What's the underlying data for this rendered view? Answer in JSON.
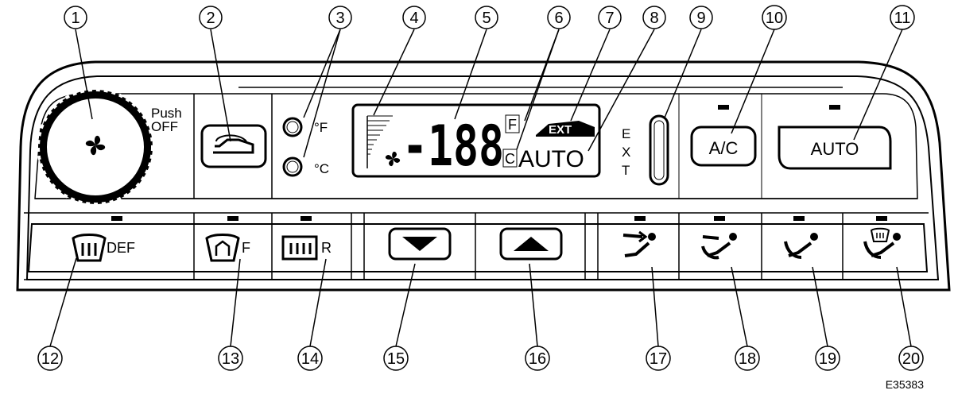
{
  "figure_ref": "E35383",
  "callouts": [
    "1",
    "2",
    "3",
    "4",
    "5",
    "6",
    "7",
    "8",
    "9",
    "10",
    "11",
    "12",
    "13",
    "14",
    "15",
    "16",
    "17",
    "18",
    "19",
    "20"
  ],
  "fan_knob": {
    "label_line1": "Push",
    "label_line2": "OFF",
    "icon": "fan-icon"
  },
  "recirc_button": {
    "icon": "recirculation-icon"
  },
  "temp_units": {
    "fahrenheit": "°F",
    "celsius": "°C"
  },
  "display": {
    "digits": "-188",
    "unit_f": "F",
    "unit_c": "C",
    "ext_badge": "EXT",
    "auto": "AUTO",
    "ext_vertical": [
      "E",
      "X",
      "T"
    ],
    "fan_icon": "fan-icon",
    "fan_speed_bar": "fan-speed-bar-icon"
  },
  "ac_button": {
    "label": "A/C"
  },
  "auto_button": {
    "label": "AUTO"
  },
  "bottom_row": {
    "def_label": "DEF",
    "front_label": "F",
    "rear_label": "R",
    "down_icon": "down-arrow-icon",
    "up_icon": "up-arrow-icon",
    "vent_icons": [
      "face-vent-icon",
      "bi-level-vent-icon",
      "feet-vent-icon",
      "feet-defrost-vent-icon"
    ]
  }
}
